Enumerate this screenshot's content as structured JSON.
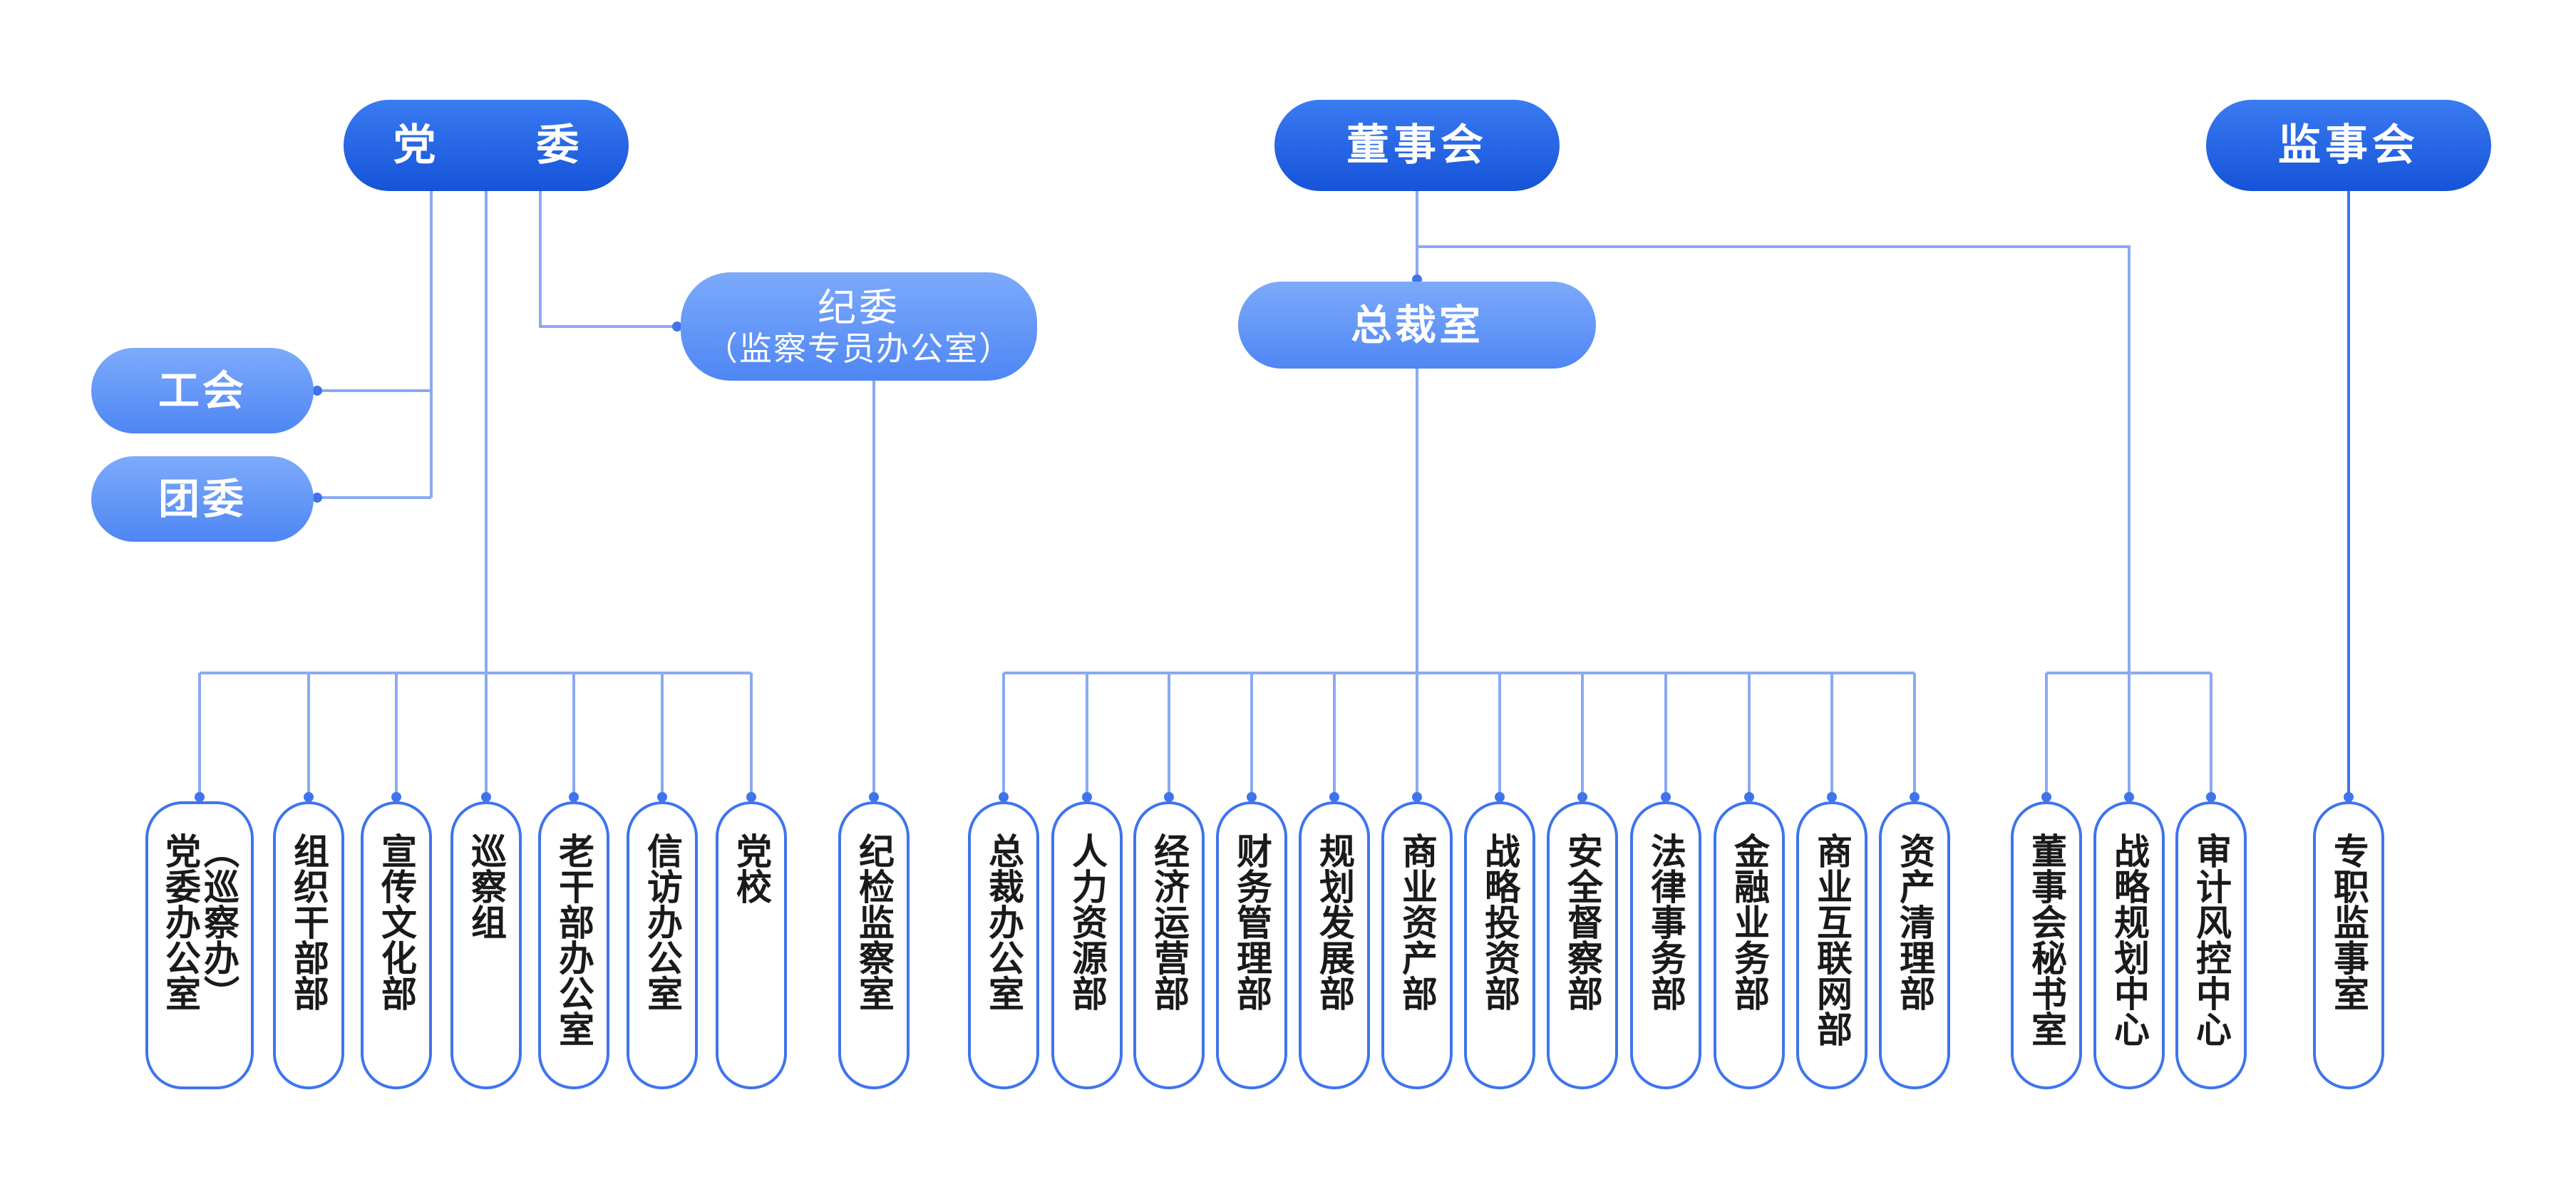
{
  "top": {
    "party": "党 委",
    "board": "董事会",
    "supervisors": "监事会"
  },
  "side": {
    "union": "工会",
    "youth": "团委"
  },
  "mid": {
    "discipline_title": "纪委",
    "discipline_sub": "（监察专员办公室）",
    "president_office": "总裁室"
  },
  "departments": {
    "party_office_line1": "（巡察办）",
    "party_office_line2": "党委办公室",
    "org": "组织干部部",
    "propaganda": "宣传文化部",
    "inspection": "巡察组",
    "retired": "老干部办公室",
    "petition": "信访办公室",
    "school": "党校",
    "discipline": "纪检监察室",
    "president": "总裁办公室",
    "hr": "人力资源部",
    "economic": "经济运营部",
    "finance": "财务管理部",
    "planning": "规划发展部",
    "commercial_assets": "商业资产部",
    "strategic_invest": "战略投资部",
    "safety": "安全督察部",
    "legal": "法律事务部",
    "financial_business": "金融业务部",
    "internet": "商业互联网部",
    "asset_clearing": "资产清理部",
    "board_secretary": "董事会秘书室",
    "strategy_center": "战略规划中心",
    "audit_center": "审计风控中心",
    "supervisor_office": "专职监事室"
  },
  "colors": {
    "primary": "#1553d8",
    "secondary": "#5b8ff5",
    "line": "#8aaaf0",
    "line_dark": "#3f74ec",
    "border": "#3f74ec"
  }
}
